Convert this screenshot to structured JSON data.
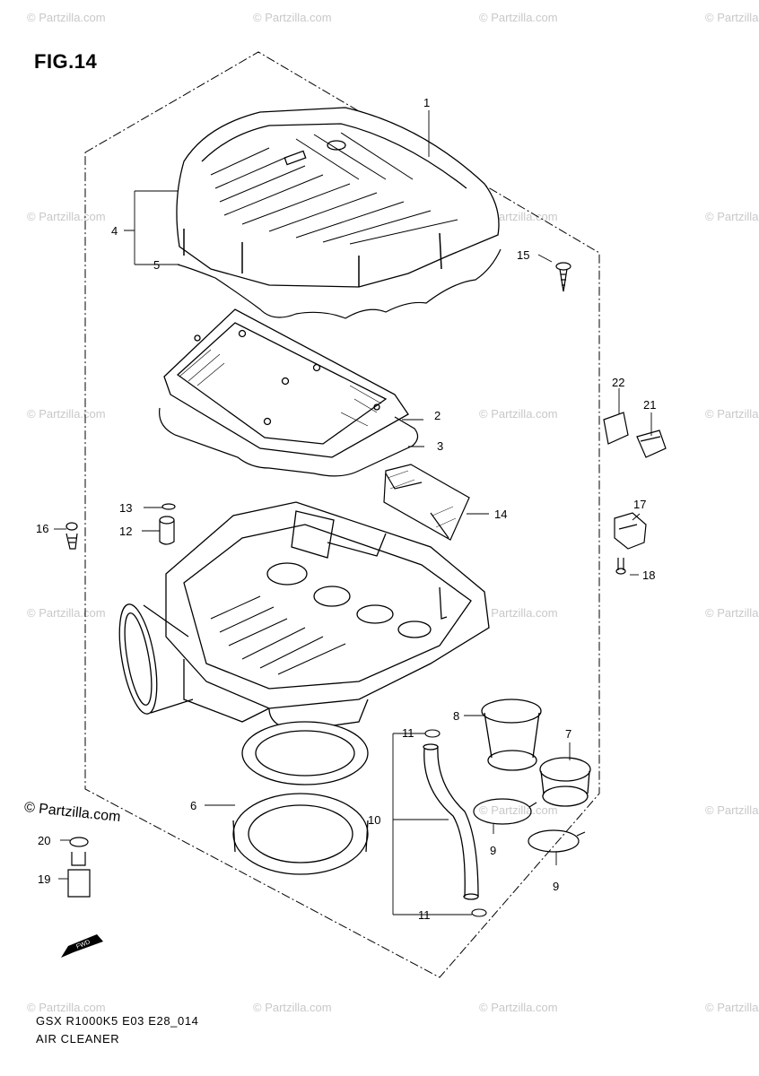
{
  "figure": {
    "title": "FIG.14",
    "model_code": "GSX R1000K5 E03 E28_014",
    "section_name": "AIR CLEANER",
    "credit": "© Partzilla.com"
  },
  "watermark": {
    "text": "© Partzilla.com"
  },
  "callouts": [
    {
      "id": "callout-1",
      "text": "1"
    },
    {
      "id": "callout-2",
      "text": "2"
    },
    {
      "id": "callout-3",
      "text": "3"
    },
    {
      "id": "callout-4",
      "text": "4"
    },
    {
      "id": "callout-5",
      "text": "5"
    },
    {
      "id": "callout-6",
      "text": "6"
    },
    {
      "id": "callout-7",
      "text": "7"
    },
    {
      "id": "callout-8",
      "text": "8"
    },
    {
      "id": "callout-9a",
      "text": "9"
    },
    {
      "id": "callout-9b",
      "text": "9"
    },
    {
      "id": "callout-10",
      "text": "10"
    },
    {
      "id": "callout-11a",
      "text": "11"
    },
    {
      "id": "callout-11b",
      "text": "11"
    },
    {
      "id": "callout-12",
      "text": "12"
    },
    {
      "id": "callout-13",
      "text": "13"
    },
    {
      "id": "callout-14",
      "text": "14"
    },
    {
      "id": "callout-15",
      "text": "15"
    },
    {
      "id": "callout-16",
      "text": "16"
    },
    {
      "id": "callout-17",
      "text": "17"
    },
    {
      "id": "callout-18",
      "text": "18"
    },
    {
      "id": "callout-19",
      "text": "19"
    },
    {
      "id": "callout-20",
      "text": "20"
    },
    {
      "id": "callout-21",
      "text": "21"
    },
    {
      "id": "callout-22",
      "text": "22"
    }
  ],
  "fwd_marker": "FWD"
}
